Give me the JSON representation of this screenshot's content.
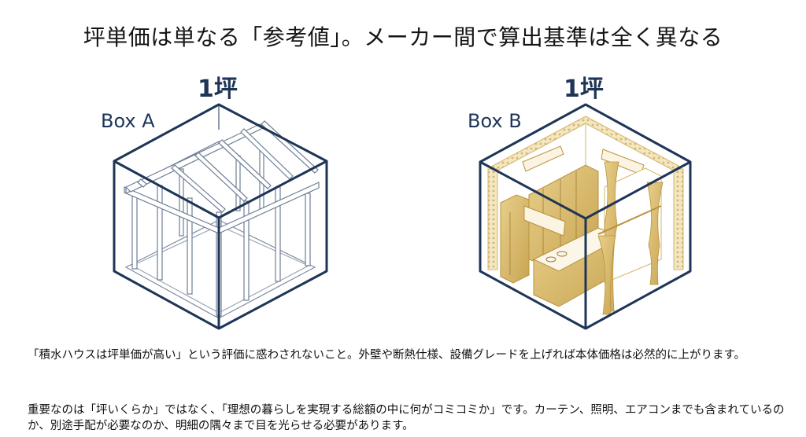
{
  "title": "坪単価は単なる「参考値」。メーカー間で算出基準は全く異なる",
  "colors": {
    "navy": "#1e3557",
    "gold": "#d9b865",
    "gold_dark": "#b8923e",
    "frame": "#8a98ab"
  },
  "box_a": {
    "unit_label": "1坪",
    "label": "Box A",
    "content": "wooden-frame-structure"
  },
  "box_b": {
    "unit_label": "1坪",
    "label": "Box B",
    "content": "fully-equipped-interior (insulation, air-conditioners, kitchen, curtains)"
  },
  "paragraphs": [
    "「積水ハウスは坪単価が高い」という評価に惑わされないこと。外壁や断熱仕様、設備グレードを上げれば本体価格は必然的に上がります。",
    "重要なのは「坪いくらか」ではなく、「理想の暮らしを実現する総額の中に何がコミコミか」です。カーテン、照明、エアコンまでも含まれているのか、別途手配が必要なのか、明細の隅々まで目を光らせる必要があります。"
  ]
}
